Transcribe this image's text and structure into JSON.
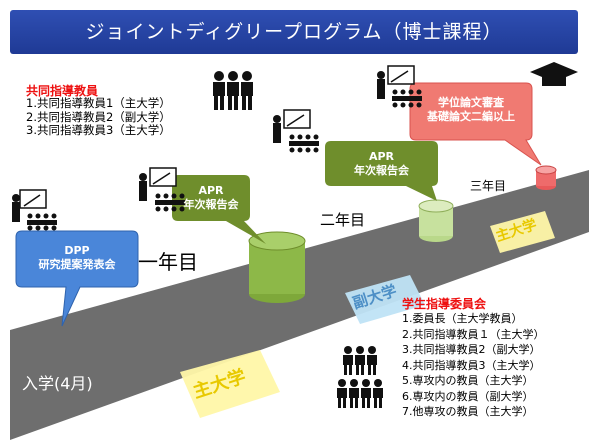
{
  "title": "ジョイントディグリープログラム（博士課程）",
  "supervisors": {
    "heading": "共同指導教員",
    "items": [
      "1.共同指導教員1（主大学）",
      "2.共同指導教員2（副大学）",
      "3.共同指導教員3（主大学）"
    ]
  },
  "committee": {
    "heading": "学生指導委員会",
    "items": [
      "1.委員長（主大学教員）",
      "2.共同指導教員１（主大学）",
      "3.共同指導教員2（副大学）",
      "4.共同指導教員3（主大学）",
      "5.専攻内の教員（主大学）",
      "6.専攻内の教員（副大学）",
      "7.他専攻の教員（主大学）"
    ]
  },
  "bubbles": {
    "dpp": [
      "DPP",
      "研究提案発表会"
    ],
    "apr1": [
      "APR",
      "年次報告会"
    ],
    "apr2": [
      "APR",
      "年次報告会"
    ],
    "final": [
      "学位論文審査",
      "基礎論文二編以上"
    ]
  },
  "years": {
    "first": "一年目",
    "second": "二年目",
    "third": "三年目"
  },
  "admission": "入学(4月)",
  "stripes": {
    "main1": "主大学",
    "sub": "副大学",
    "main2": "主大学"
  },
  "colors": {
    "title_bg": "#2542a8",
    "road": "#6e6e6e",
    "dpp_bubble": "#4a86d9",
    "apr_bubble": "#6f8e2c",
    "final_bubble": "#f07a72",
    "heading_red": "#ee1111"
  }
}
